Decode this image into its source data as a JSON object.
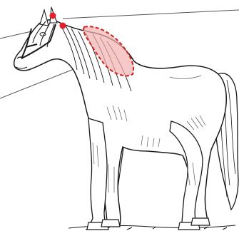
{
  "colors": {
    "background": "#ffffff",
    "outline": "#1a1a1a",
    "hatch": "#5a5a5a",
    "pointer_line": "#555555",
    "highlight_fill": "#f4b0b0",
    "highlight_stroke": "#d41f1f",
    "marker": "#e0202a"
  },
  "annotations": {
    "highlighted_region": "mane-crest",
    "marker_count": 2,
    "pointer_line_count": 3
  }
}
